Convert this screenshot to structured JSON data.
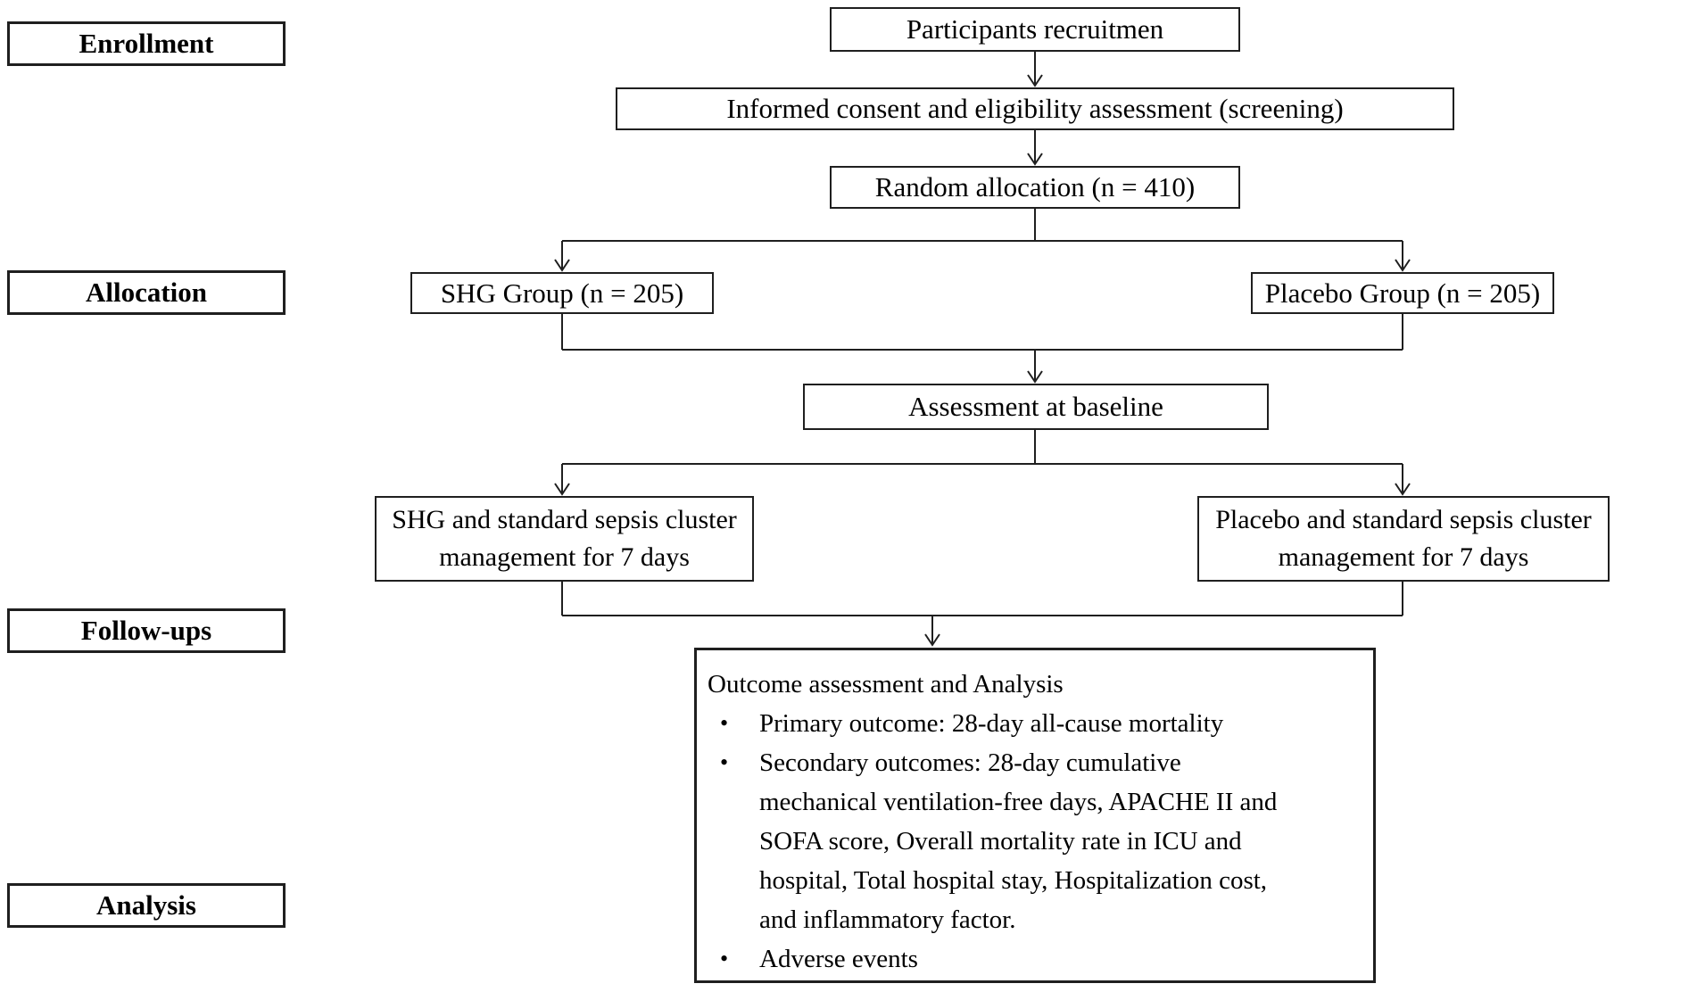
{
  "stage_labels": {
    "enrollment": "Enrollment",
    "allocation": "Allocation",
    "follow_ups": "Follow-ups",
    "analysis": "Analysis"
  },
  "flow": {
    "recruitment": "Participants recruitmen",
    "screening": "Informed consent and eligibility assessment (screening)",
    "randomization": "Random allocation (n = 410)",
    "shg_group": "SHG Group (n = 205)",
    "placebo_group": "Placebo Group (n = 205)",
    "baseline": "Assessment at baseline",
    "shg_treatment": {
      "lines": [
        "SHG and standard sepsis cluster",
        "management for 7 days"
      ]
    },
    "placebo_treatment": {
      "lines": [
        "Placebo and standard sepsis cluster",
        "management for 7 days"
      ]
    },
    "outcome": {
      "title": "Outcome assessment and Analysis",
      "bullet_char": "•",
      "bullets": [
        {
          "lines": [
            "Primary outcome: 28-day all-cause mortality"
          ]
        },
        {
          "lines": [
            "Secondary outcomes: 28-day cumulative",
            "mechanical ventilation-free days, APACHE II and",
            "SOFA score, Overall mortality rate in ICU and",
            "hospital, Total hospital stay, Hospitalization cost,",
            "and inflammatory factor."
          ]
        },
        {
          "lines": [
            "Adverse events"
          ]
        }
      ]
    }
  },
  "colors": {
    "line": "#1f1f1f",
    "box_border": "#1f1f1f",
    "background": "#ffffff",
    "text": "#000000"
  }
}
